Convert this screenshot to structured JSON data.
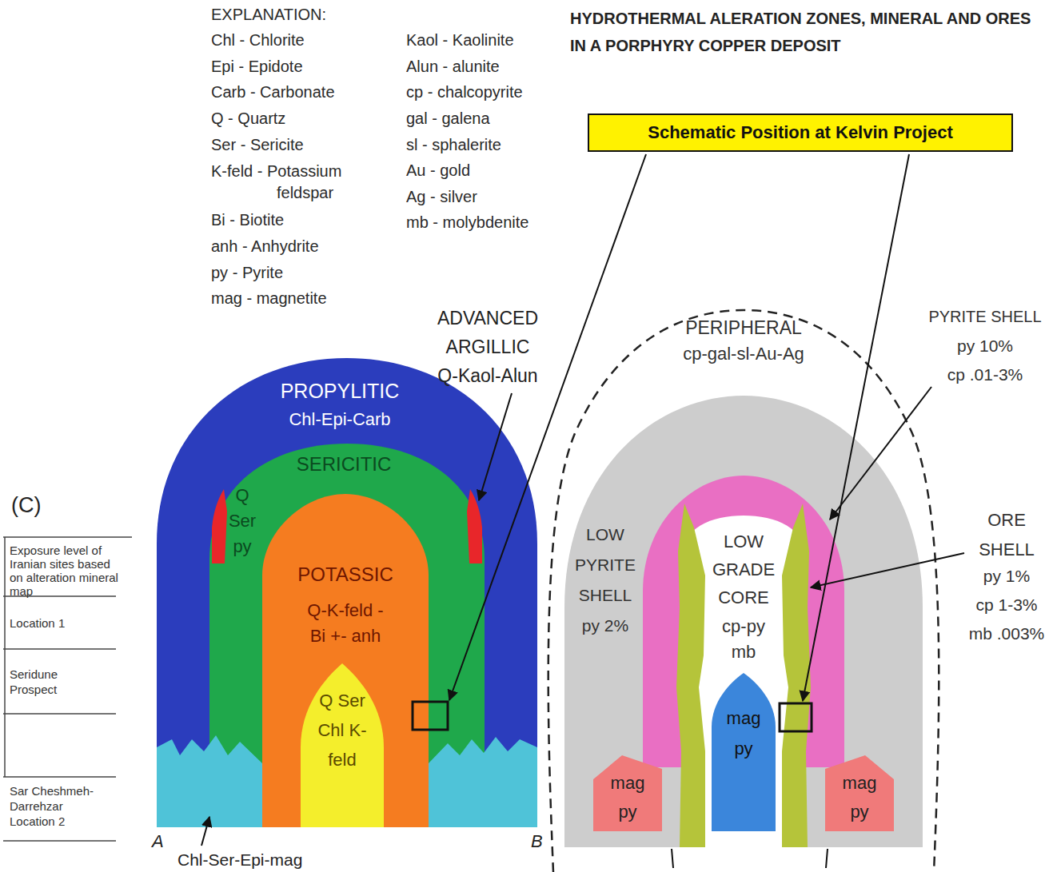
{
  "diagram": {
    "title": "HYDROTHERMAL ALERATION ZONES, MINERAL AND ORES IN A PORPHYRY COPPER DEPOSIT",
    "nodes": [
      {
        "text": [
          "Schematic Position at Kelvin Project"
        ]
      },
      {
        "text": [
          "PROPYLITIC",
          "Chl-Epi-Carb"
        ]
      },
      {
        "text": [
          "SERICITIC",
          "Q Ser py"
        ],
        "in": 1
      },
      {
        "text": [
          "POTASSIC",
          "Q-K-feld -Bi +- anh"
        ],
        "in": 2
      },
      {
        "text": [
          "Q Ser Chl K-feld"
        ],
        "in": 3
      },
      {
        "text": [
          "PERIPHERAL",
          "cp-gal-sl-Au-Ag"
        ]
      },
      {
        "text": [
          "LOW PYRITE SHELL",
          "py 2%"
        ],
        "in": 5
      },
      {
        "text": [
          "LOW GRADE CORE",
          "cp-py mb"
        ],
        "in": 6
      },
      {
        "text": [
          "mag py"
        ],
        "in": 7
      },
      {
        "text": [
          "mag py"
        ],
        "in": 6
      },
      {
        "text": [
          "mag py"
        ],
        "in": 6
      }
    ],
    "labels": [
      "EXPLANATION:",
      "Chl - Chlorite",
      "Epi - Epidote",
      "Carb - Carbonate",
      "Q - Quartz",
      "Ser - Sericite",
      "K-feld - Potassium feldspar",
      "Bi - Biotite",
      "anh - Anhydrite",
      "py - Pyrite",
      "mag - magnetite",
      "Kaol - Kaolinite",
      "Alun - alunite",
      "cp - chalcopyrite",
      "gal - galena",
      "sl - sphalerite",
      "Au - gold",
      "Ag - silver",
      "mb - molybdenite",
      "(C)",
      "Exposure level of Iranian sites based on alteration mineral map",
      "Location 1",
      "Seridune Prospect",
      "Sar Cheshmeh-Darrehzar Location 2",
      "ADVANCED ARGILLIC",
      "Q-Kaol-Alun",
      "Chl-Ser-Epi-mag",
      "A",
      "B",
      "PYRITE SHELL",
      "py 10%",
      "cp .01-3%",
      "ORE SHELL",
      "py 1%",
      "cp 1-3%",
      "mb .003%"
    ]
  }
}
